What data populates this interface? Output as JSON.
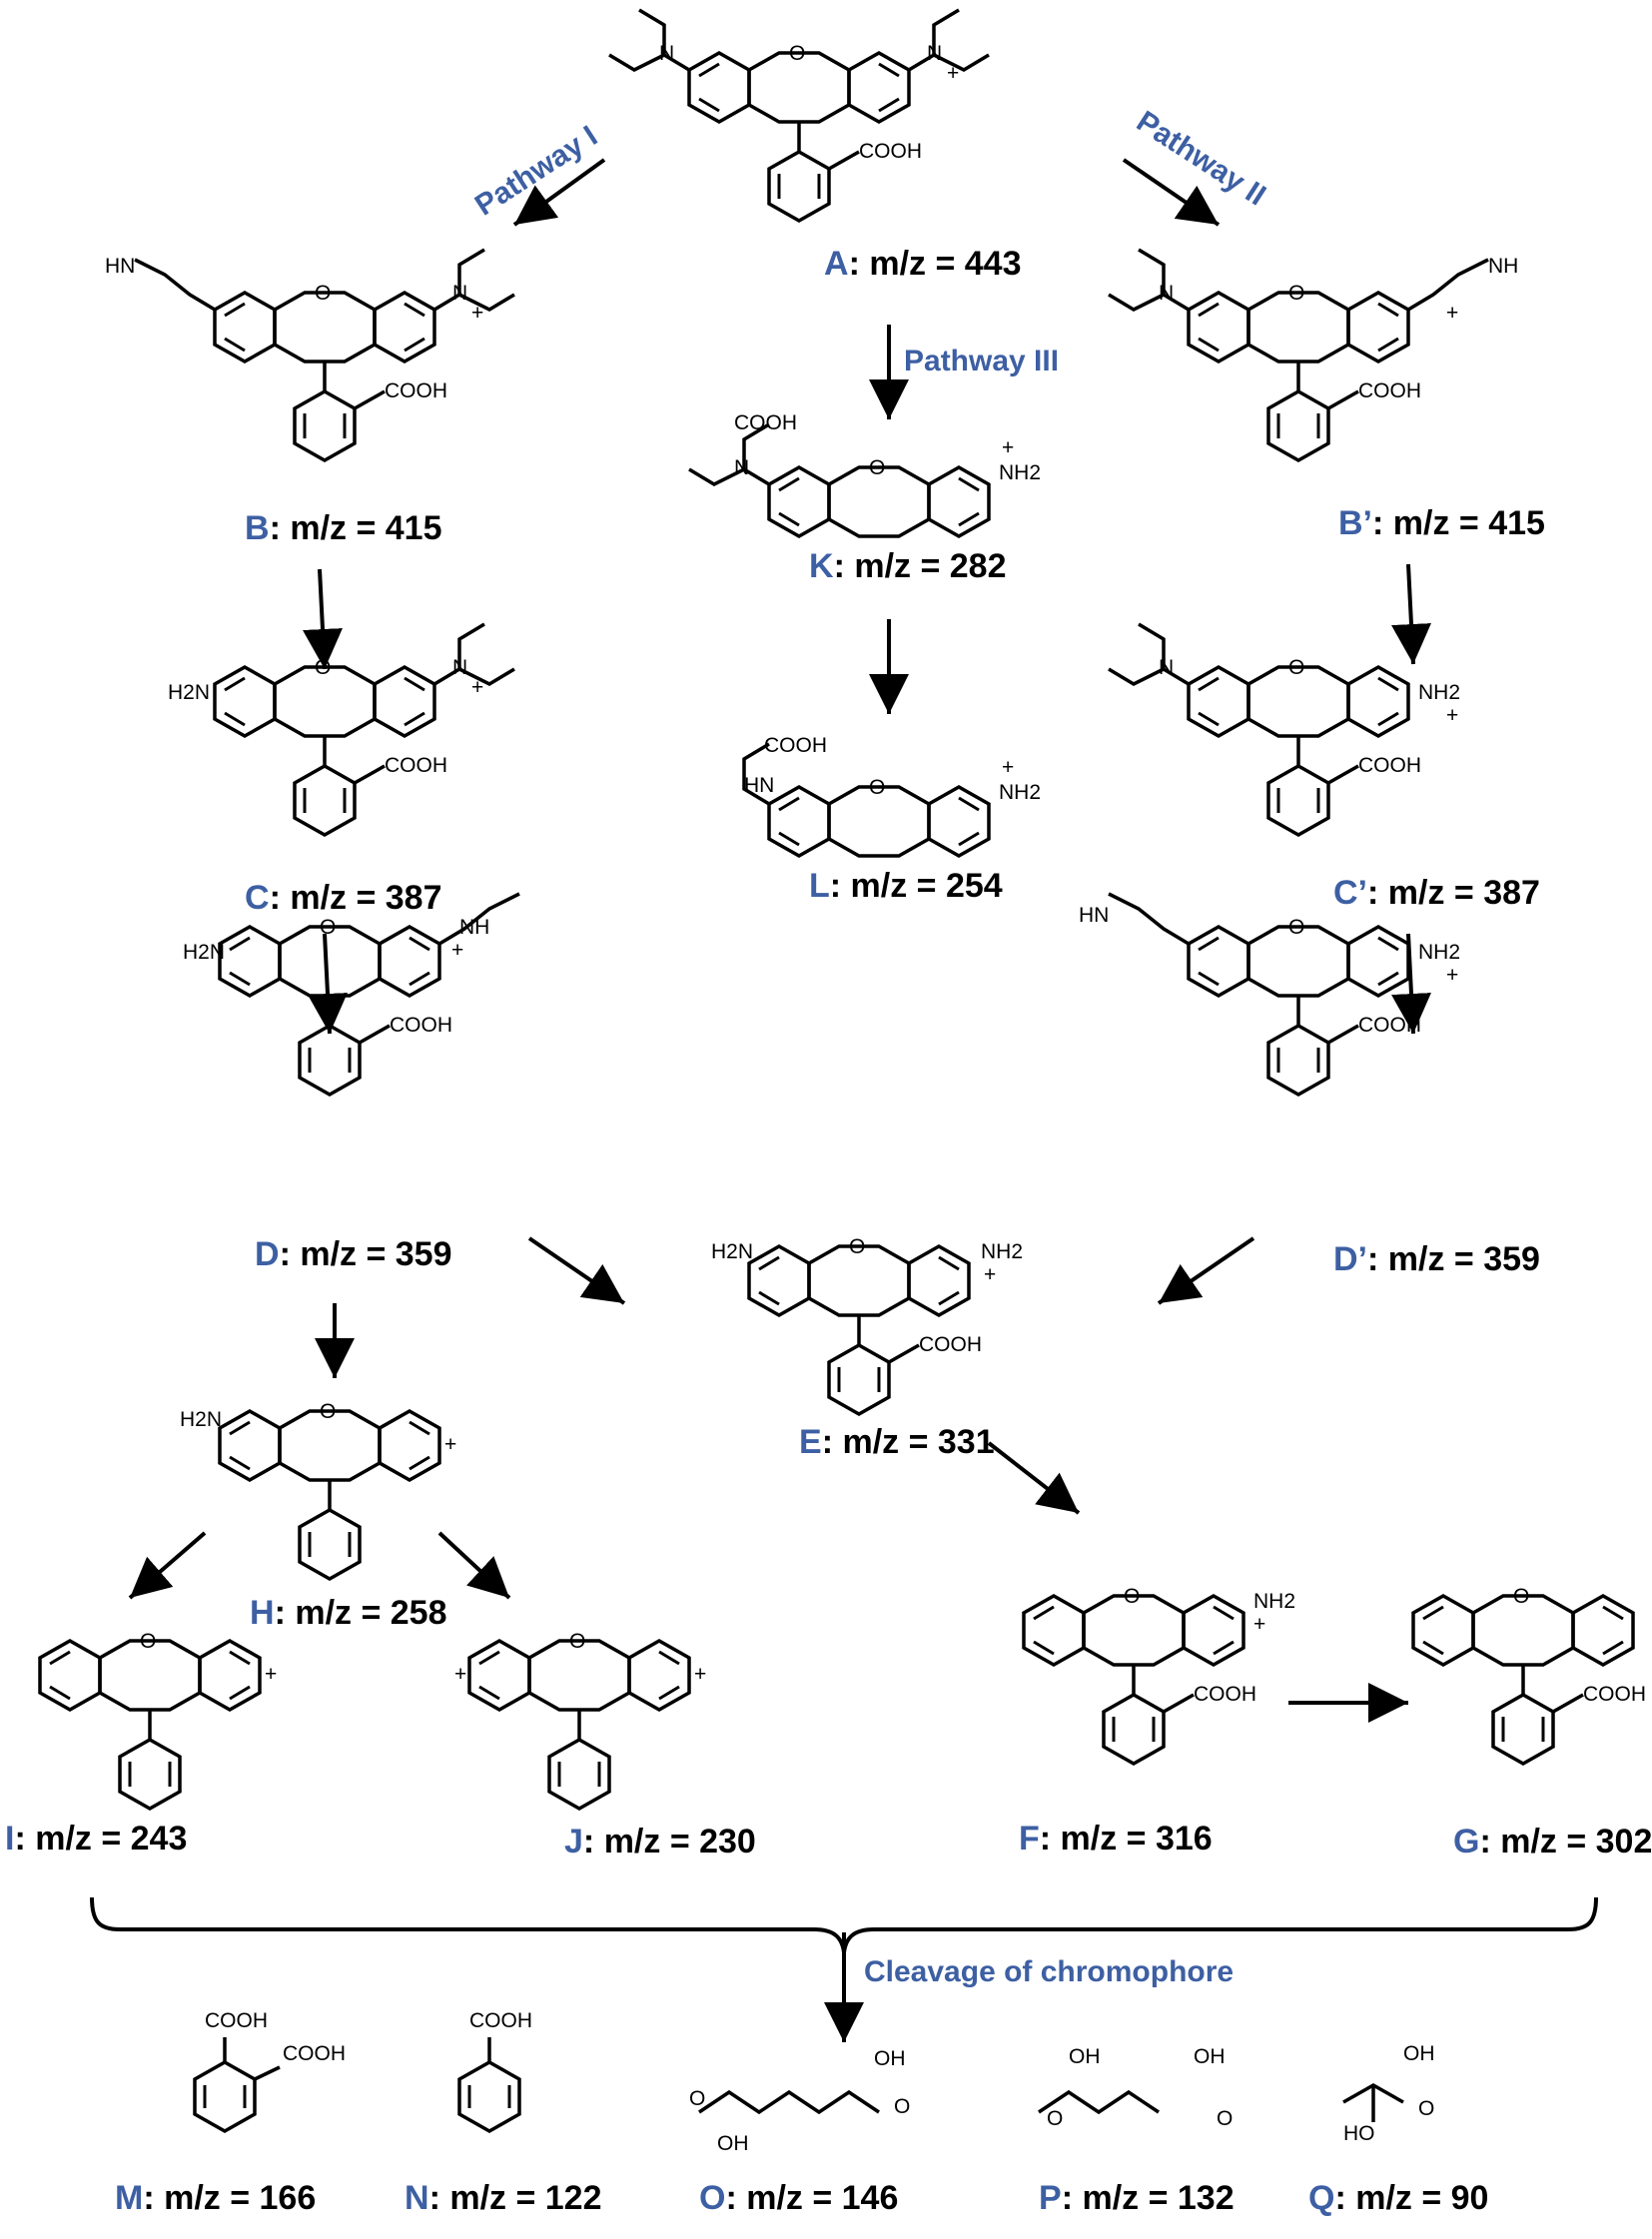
{
  "pathways": {
    "p1": "Pathway I",
    "p2": "Pathway II",
    "p3": "Pathway III",
    "cleavage": "Cleavage of chromophore"
  },
  "compounds": {
    "A": {
      "key": "A",
      "mz": ": m/z = 443"
    },
    "B": {
      "key": "B",
      "mz": ": m/z = 415"
    },
    "Bp": {
      "key": "B’",
      "mz": ": m/z = 415"
    },
    "C": {
      "key": "C",
      "mz": ": m/z = 387"
    },
    "Cp": {
      "key": "C’",
      "mz": ": m/z = 387"
    },
    "D": {
      "key": "D",
      "mz": ": m/z = 359"
    },
    "Dp": {
      "key": "D’",
      "mz": ": m/z = 359"
    },
    "E": {
      "key": "E",
      "mz": ": m/z = 331"
    },
    "F": {
      "key": "F",
      "mz": ": m/z = 316"
    },
    "G": {
      "key": "G",
      "mz": ": m/z = 302"
    },
    "H": {
      "key": "H",
      "mz": ": m/z = 258"
    },
    "I": {
      "key": "I",
      "mz": ": m/z = 243"
    },
    "J": {
      "key": "J",
      "mz": ": m/z = 230"
    },
    "K": {
      "key": "K",
      "mz": ": m/z = 282"
    },
    "L": {
      "key": "L",
      "mz": ": m/z = 254"
    },
    "M": {
      "key": "M",
      "mz": ": m/z = 166"
    },
    "N": {
      "key": "N",
      "mz": ": m/z = 122"
    },
    "O": {
      "key": "O",
      "mz": ": m/z = 146"
    },
    "P": {
      "key": "P",
      "mz": ": m/z = 132"
    },
    "Q": {
      "key": "Q",
      "mz": ": m/z = 90"
    }
  },
  "atoms": {
    "oxygen": "O",
    "nitrogen": "N",
    "cooh": "COOH",
    "nh": "NH",
    "hn": "HN",
    "h2n": "H2N",
    "nh2": "NH2",
    "oh": "OH",
    "ho": "HO",
    "plus": "+"
  }
}
